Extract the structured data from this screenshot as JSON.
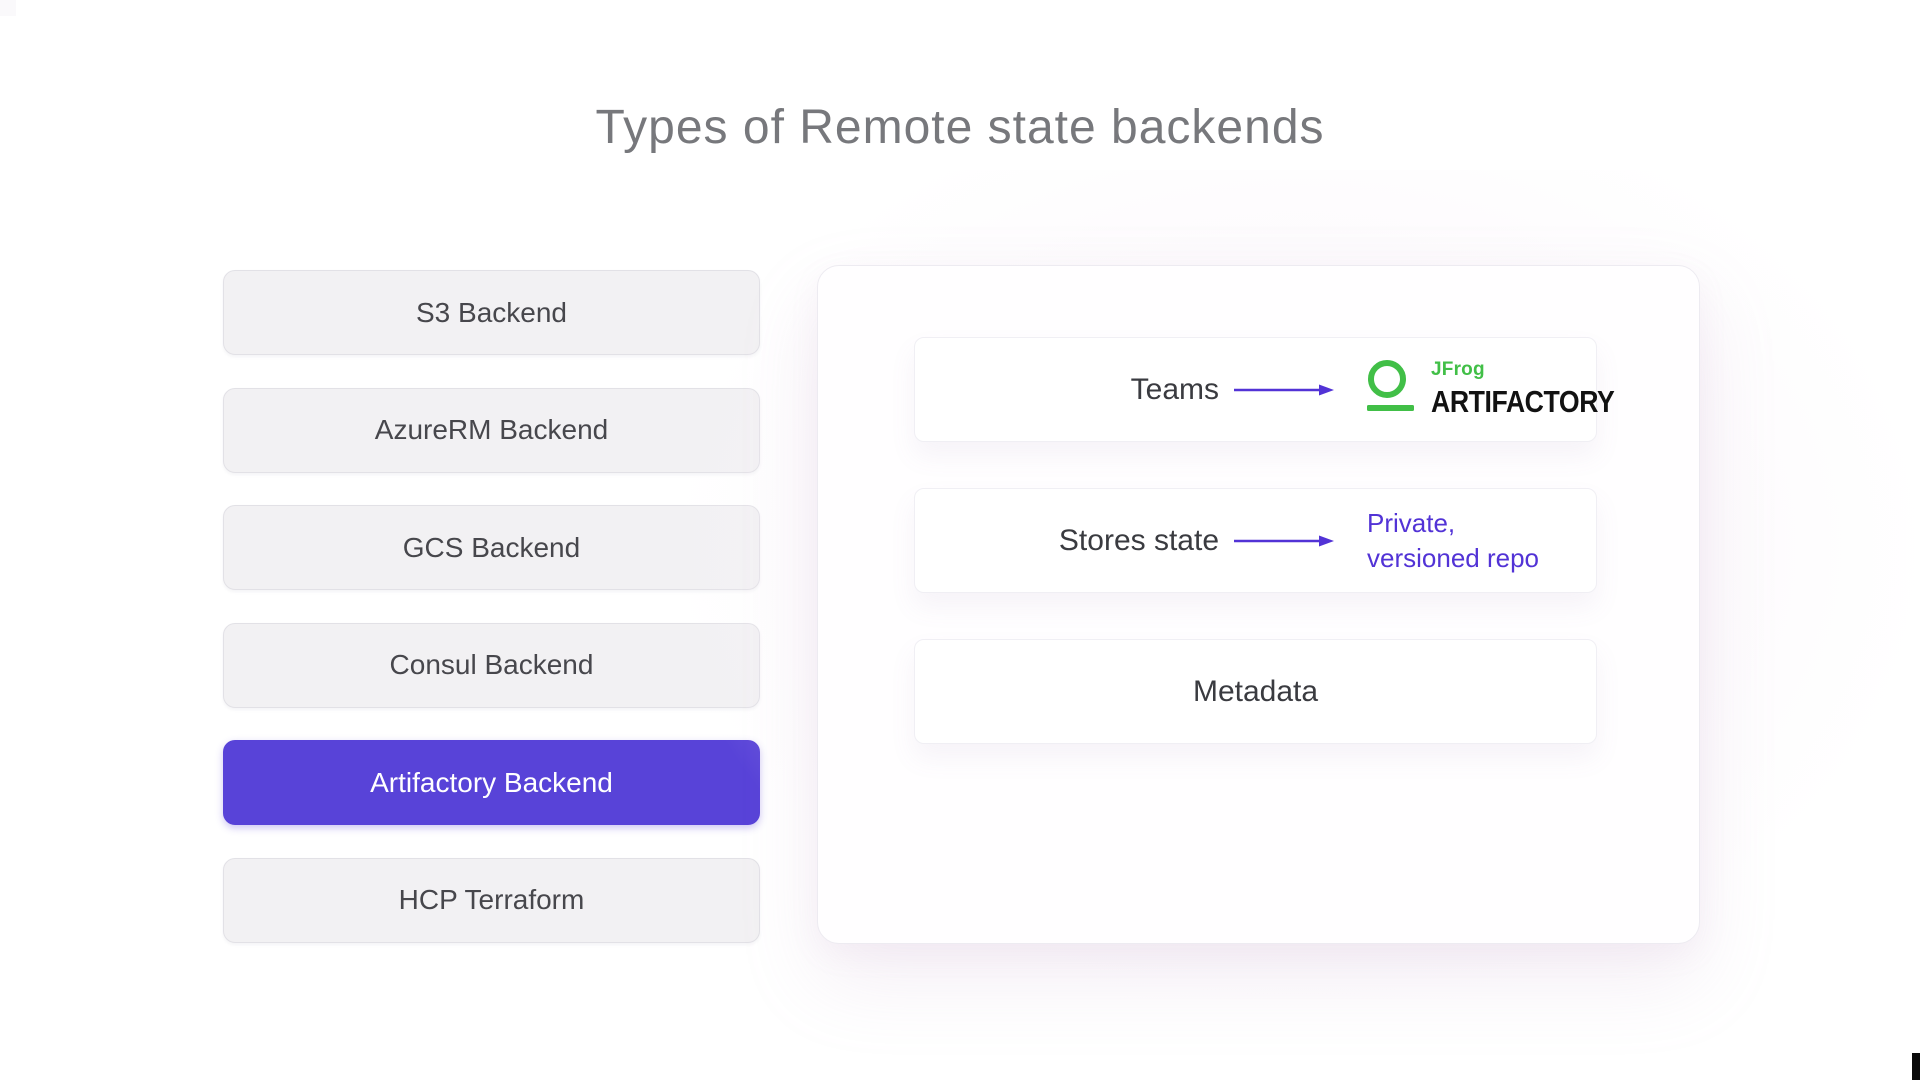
{
  "title": "Types of Remote state backends",
  "sidebar": {
    "items": [
      {
        "label": "S3 Backend",
        "active": false
      },
      {
        "label": "AzureRM Backend",
        "active": false
      },
      {
        "label": "GCS Backend",
        "active": false
      },
      {
        "label": "Consul Backend",
        "active": false
      },
      {
        "label": "Artifactory Backend",
        "active": true
      },
      {
        "label": "HCP Terraform",
        "active": false
      }
    ]
  },
  "detail": {
    "rows": [
      {
        "label": "Teams",
        "target_type": "logo"
      },
      {
        "label": "Stores state",
        "target_type": "text",
        "target_line1": "Private,",
        "target_line2": "versioned repo"
      },
      {
        "label": "Metadata",
        "target_type": "none"
      }
    ],
    "logo": {
      "brand": "JFrog",
      "product": "ARTIFACTORY"
    }
  },
  "colors": {
    "accent_purple": "#5843D8",
    "arrow_purple": "#5233D6",
    "jfrog_green": "#41BF47",
    "button_gray": "#F2F1F3",
    "title_gray": "#77787C"
  }
}
